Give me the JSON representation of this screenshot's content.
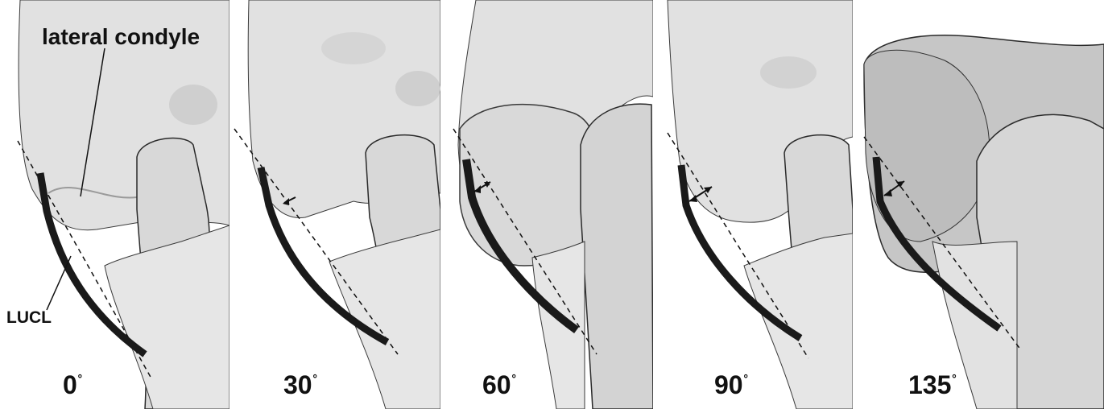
{
  "labels": {
    "lateral_condyle": "lateral condyle",
    "lucl": "LUCL"
  },
  "panels": [
    {
      "angle": "0",
      "degree_symbol": "˚"
    },
    {
      "angle": "30",
      "degree_symbol": "˚"
    },
    {
      "angle": "60",
      "degree_symbol": "˚"
    },
    {
      "angle": "90",
      "degree_symbol": "˚"
    },
    {
      "angle": "135",
      "degree_symbol": "˚"
    }
  ],
  "colors": {
    "bone_fill": "#e3e3e3",
    "bone_shadow": "#b9b9b9",
    "outline": "#2a2a2a",
    "ligament": "#1a1a1a"
  }
}
